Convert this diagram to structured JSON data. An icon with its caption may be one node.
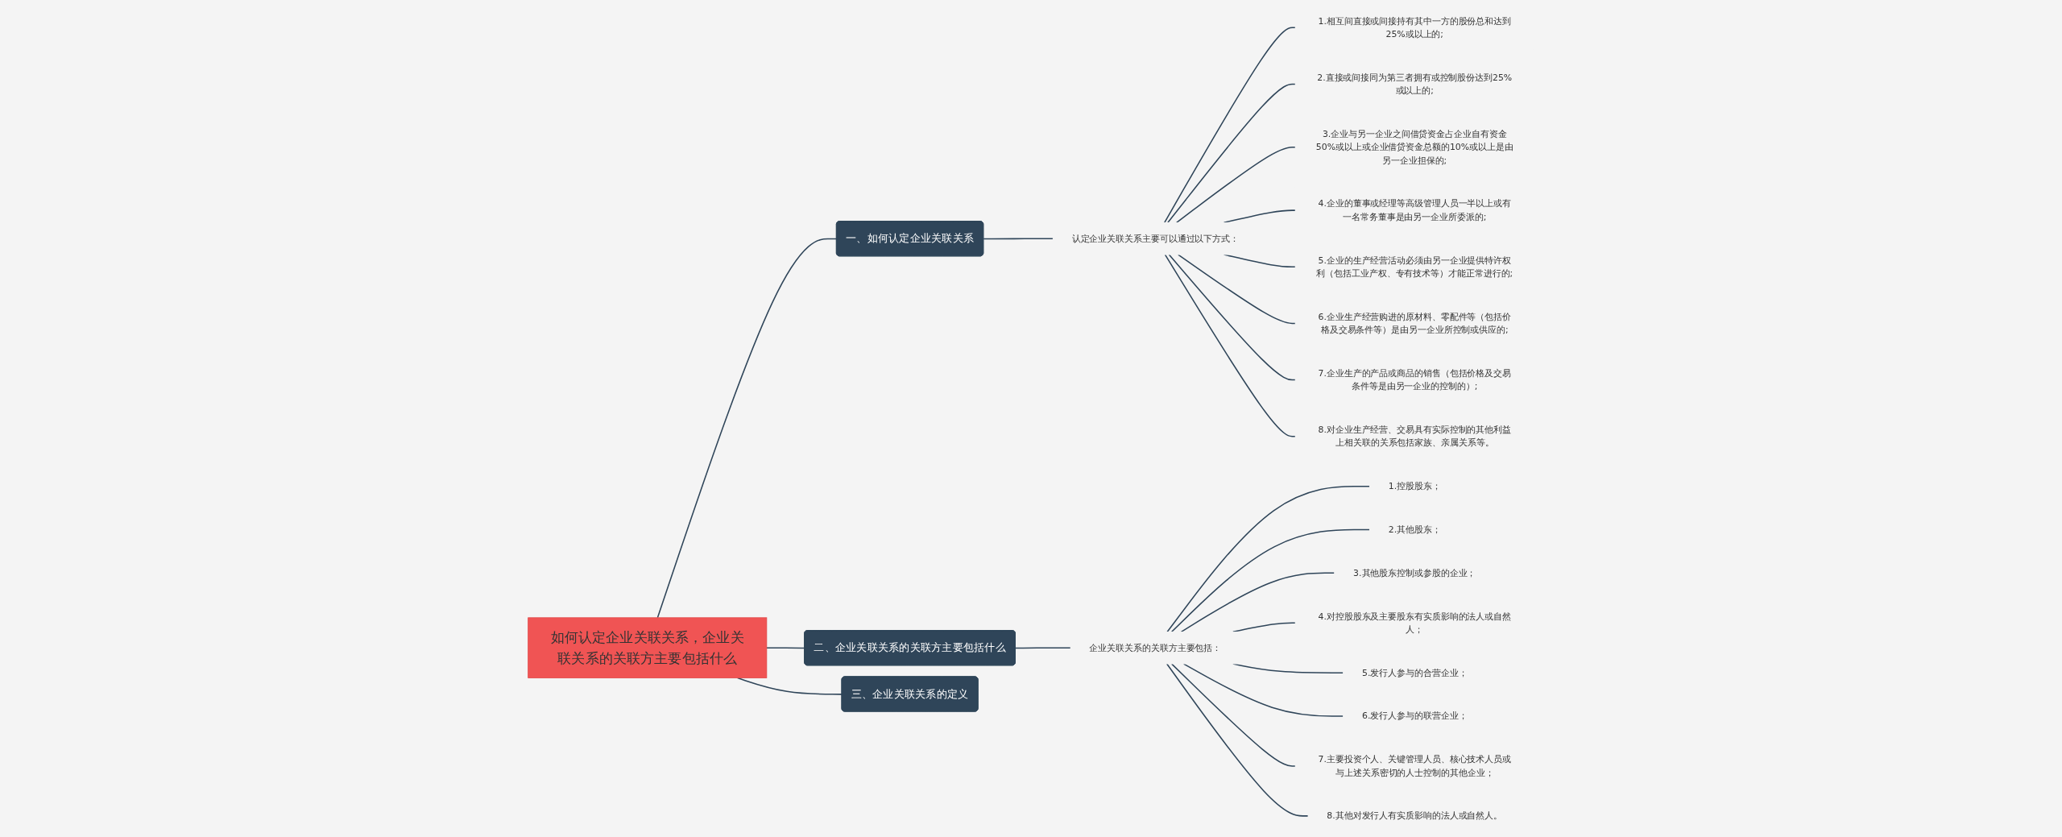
{
  "diagram": {
    "nodes": [
      {
        "text": [
          "如何认定企业关联关系，企业关联关系的关联方主要包括什么"
        ]
      },
      {
        "text": [
          "一、如何认定企业关联关系"
        ]
      },
      {
        "text": [
          "认定企业关联关系主要可以通过以下方式："
        ]
      },
      {
        "text": [
          "1.相互间直接或间接持有其中一方的股份总和达到25%或以上的;"
        ]
      },
      {
        "text": [
          "2.直接或间接同为第三者拥有或控制股份达到25%或以上的;"
        ]
      },
      {
        "text": [
          "3.企业与另一企业之间借贷资金占企业自有资金50%或以上或企业借贷资金总额的10%或以上是由另一企业担保的;"
        ]
      },
      {
        "text": [
          "4.企业的董事或经理等高级管理人员一半以上或有一名常务董事是由另一企业所委派的;"
        ]
      },
      {
        "text": [
          "5.企业的生产经营活动必须由另一企业提供特许权利（包括工业产权、专有技术等）才能正常进行的;"
        ]
      },
      {
        "text": [
          "6.企业生产经营购进的原材料、零配件等（包括价格及交易条件等）是由另一企业所控制或供应的;"
        ]
      },
      {
        "text": [
          "7.企业生产的产品或商品的销售（包括价格及交易条件等是由另一企业的控制的）;"
        ]
      },
      {
        "text": [
          "8.对企业生产经营、交易具有实际控制的其他利益上相关联的关系包括家族、亲属关系等。"
        ]
      },
      {
        "text": [
          "二、企业关联关系的关联方主要包括什么"
        ]
      },
      {
        "text": [
          "企业关联关系的关联方主要包括："
        ]
      },
      {
        "text": [
          "1.控股股东；"
        ]
      },
      {
        "text": [
          "2.其他股东；"
        ]
      },
      {
        "text": [
          "3.其他股东控制或参股的企业；"
        ]
      },
      {
        "text": [
          "4.对控股股东及主要股东有实质影响的法人或自然人；"
        ]
      },
      {
        "text": [
          "5.发行人参与的合营企业；"
        ]
      },
      {
        "text": [
          "6.发行人参与的联营企业；"
        ]
      },
      {
        "text": [
          "7.主要投资个人、关键管理人员、核心技术人员或与上述关系密切的人士控制的其他企业；"
        ]
      },
      {
        "text": [
          "8.其他对发行人有实质影响的法人或自然人。"
        ]
      },
      {
        "text": [
          "三、企业关联关系的定义"
        ]
      }
    ],
    "edges": [
      {
        "from": 0,
        "to": 1,
        "arrow": "none"
      },
      {
        "from": 1,
        "to": 2,
        "arrow": "none"
      },
      {
        "from": 2,
        "to": 3,
        "arrow": "none"
      },
      {
        "from": 2,
        "to": 4,
        "arrow": "none"
      },
      {
        "from": 2,
        "to": 5,
        "arrow": "none"
      },
      {
        "from": 2,
        "to": 6,
        "arrow": "none"
      },
      {
        "from": 2,
        "to": 7,
        "arrow": "none"
      },
      {
        "from": 2,
        "to": 8,
        "arrow": "none"
      },
      {
        "from": 2,
        "to": 9,
        "arrow": "none"
      },
      {
        "from": 2,
        "to": 10,
        "arrow": "none"
      },
      {
        "from": 0,
        "to": 11,
        "arrow": "none"
      },
      {
        "from": 11,
        "to": 12,
        "arrow": "none"
      },
      {
        "from": 12,
        "to": 13,
        "arrow": "none"
      },
      {
        "from": 12,
        "to": 14,
        "arrow": "none"
      },
      {
        "from": 12,
        "to": 15,
        "arrow": "none"
      },
      {
        "from": 12,
        "to": 16,
        "arrow": "none"
      },
      {
        "from": 12,
        "to": 17,
        "arrow": "none"
      },
      {
        "from": 12,
        "to": 18,
        "arrow": "none"
      },
      {
        "from": 12,
        "to": 19,
        "arrow": "none"
      },
      {
        "from": 12,
        "to": 20,
        "arrow": "none"
      },
      {
        "from": 0,
        "to": 21,
        "arrow": "none"
      }
    ]
  }
}
